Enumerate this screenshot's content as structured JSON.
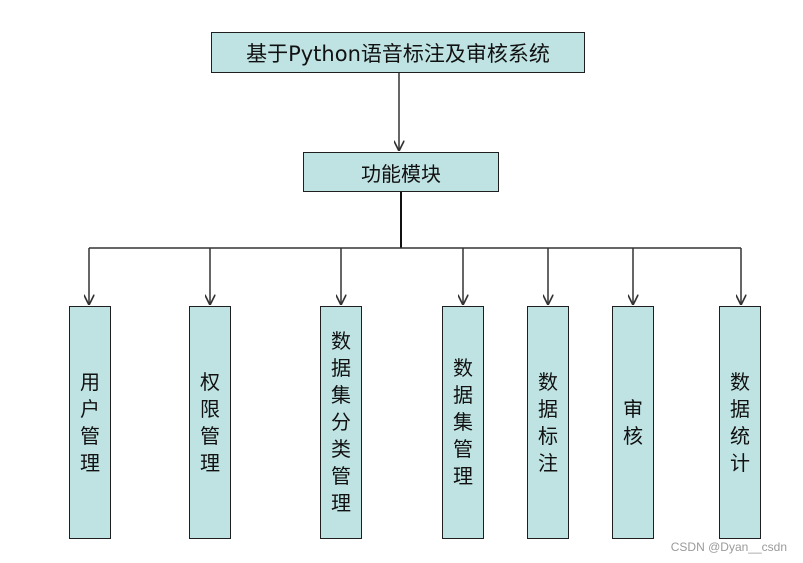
{
  "diagram": {
    "root": {
      "label": "基于Python语音标注及审核系统"
    },
    "module": {
      "label": "功能模块"
    },
    "leaves": [
      {
        "label": "用户管理"
      },
      {
        "label": "权限管理"
      },
      {
        "label": "数据集分类管理"
      },
      {
        "label": "数据集管理"
      },
      {
        "label": "数据标注"
      },
      {
        "label": "审核"
      },
      {
        "label": "数据统计"
      }
    ],
    "edges": [
      {
        "from": "root",
        "to": "module"
      },
      {
        "from": "module",
        "to": "leaves.0"
      },
      {
        "from": "module",
        "to": "leaves.1"
      },
      {
        "from": "module",
        "to": "leaves.2"
      },
      {
        "from": "module",
        "to": "leaves.3"
      },
      {
        "from": "module",
        "to": "leaves.4"
      },
      {
        "from": "module",
        "to": "leaves.5"
      },
      {
        "from": "module",
        "to": "leaves.6"
      }
    ],
    "colors": {
      "box_fill": "#bfe3e3",
      "box_border": "#1f1f1f",
      "line": "#333333"
    }
  },
  "watermark": "CSDN @Dyan__csdn"
}
